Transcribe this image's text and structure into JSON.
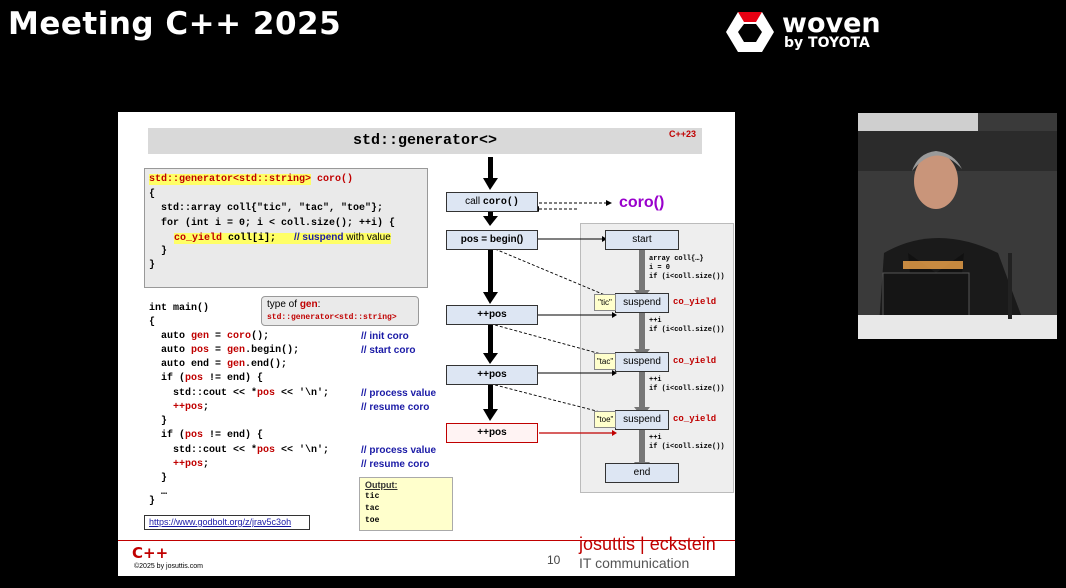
{
  "header": {
    "title": "Meeting C++ 2025",
    "logo_line1": "woven",
    "logo_line2": "by TOYOTA"
  },
  "slide": {
    "title": "std::generator<>",
    "badge": "C++23",
    "gen_code": {
      "line1_a": "std::generator<std::string>",
      "line1_b": " coro()",
      "line2": "{",
      "line3": "  std::array coll{\"tic\", \"tac\", \"toe\"};",
      "line4": "  for (int i = 0; i < coll.size(); ++i) {",
      "line5_a": "co_yield",
      "line5_b": " coll[i];",
      "line5_c_pre": "// ",
      "line5_c_kw": "suspend",
      "line5_c_post": " with value",
      "line6": "  }",
      "line7": "}"
    },
    "callout": {
      "line1_pre": "type of ",
      "line1_kw": "gen",
      "line1_post": ":",
      "line2": "std::generator<std::string>"
    },
    "main_code": {
      "l1": "int main()",
      "l2": "{",
      "l3a": "  auto ",
      "l3b": "gen",
      "l3c": " = ",
      "l3d": "coro",
      "l3e": "();",
      "l4a": "  auto ",
      "l4b": "pos",
      "l4c": " = ",
      "l4d": "gen",
      "l4e": ".begin();",
      "l5a": "  auto end = ",
      "l5b": "gen",
      "l5c": ".end();",
      "l6a": "  if (",
      "l6b": "pos",
      "l6c": " != end) {",
      "l7a": "    std::cout << *",
      "l7b": "pos",
      "l7c": " << '\\n';",
      "l8a": "    ++",
      "l8b": "pos",
      "l8c": ";",
      "l9": "  }",
      "l10a": "  if (",
      "l10b": "pos",
      "l10c": " != end) {",
      "l11a": "    std::cout << *",
      "l11b": "pos",
      "l11c": " << '\\n';",
      "l12a": "    ++",
      "l12b": "pos",
      "l12c": ";",
      "l13": "  }",
      "l14": "  …",
      "l15": "}"
    },
    "comments": {
      "c1": "// init coro",
      "c2": "// start coro",
      "c3": "// process value",
      "c4": "// resume coro",
      "c5": "// process value",
      "c6": "// resume coro"
    },
    "link": "https://www.godbolt.org/z/jrav5c3oh",
    "output": {
      "header": "Output:",
      "lines": [
        "tic",
        "tac",
        "toe"
      ]
    },
    "footer": {
      "cpp": "C++",
      "copyright": "©2025 by josuttis.com",
      "page": "10",
      "brand": "josuttis | eckstein",
      "sub": "IT communication"
    },
    "flow": {
      "call_a": "call ",
      "call_b": "coro()",
      "coro_label": "coro()",
      "pos_begin": "pos = begin()",
      "inc1": "++pos",
      "inc2": "++pos",
      "inc3": "++pos",
      "start": "start",
      "suspend1": "suspend",
      "suspend2": "suspend",
      "suspend3": "suspend",
      "end": "end",
      "val1": "\"tic\"",
      "val2": "\"tac\"",
      "val3": "\"toe\"",
      "tag1": "co_yield",
      "tag2": "co_yield",
      "tag3": "co_yield",
      "init_text": "array coll{…}\ni = 0\nif (i<coll.size())",
      "step_text1": "++i\nif (i<coll.size())",
      "step_text2": "++i\nif (i<coll.size())",
      "step_text3": "++i\nif (i<coll.size())"
    }
  },
  "colors": {
    "accent_red": "#c00000",
    "keyword_blue": "#1a1aa6",
    "coro_purple": "#9900cc",
    "box_blue": "#dde6f3"
  }
}
